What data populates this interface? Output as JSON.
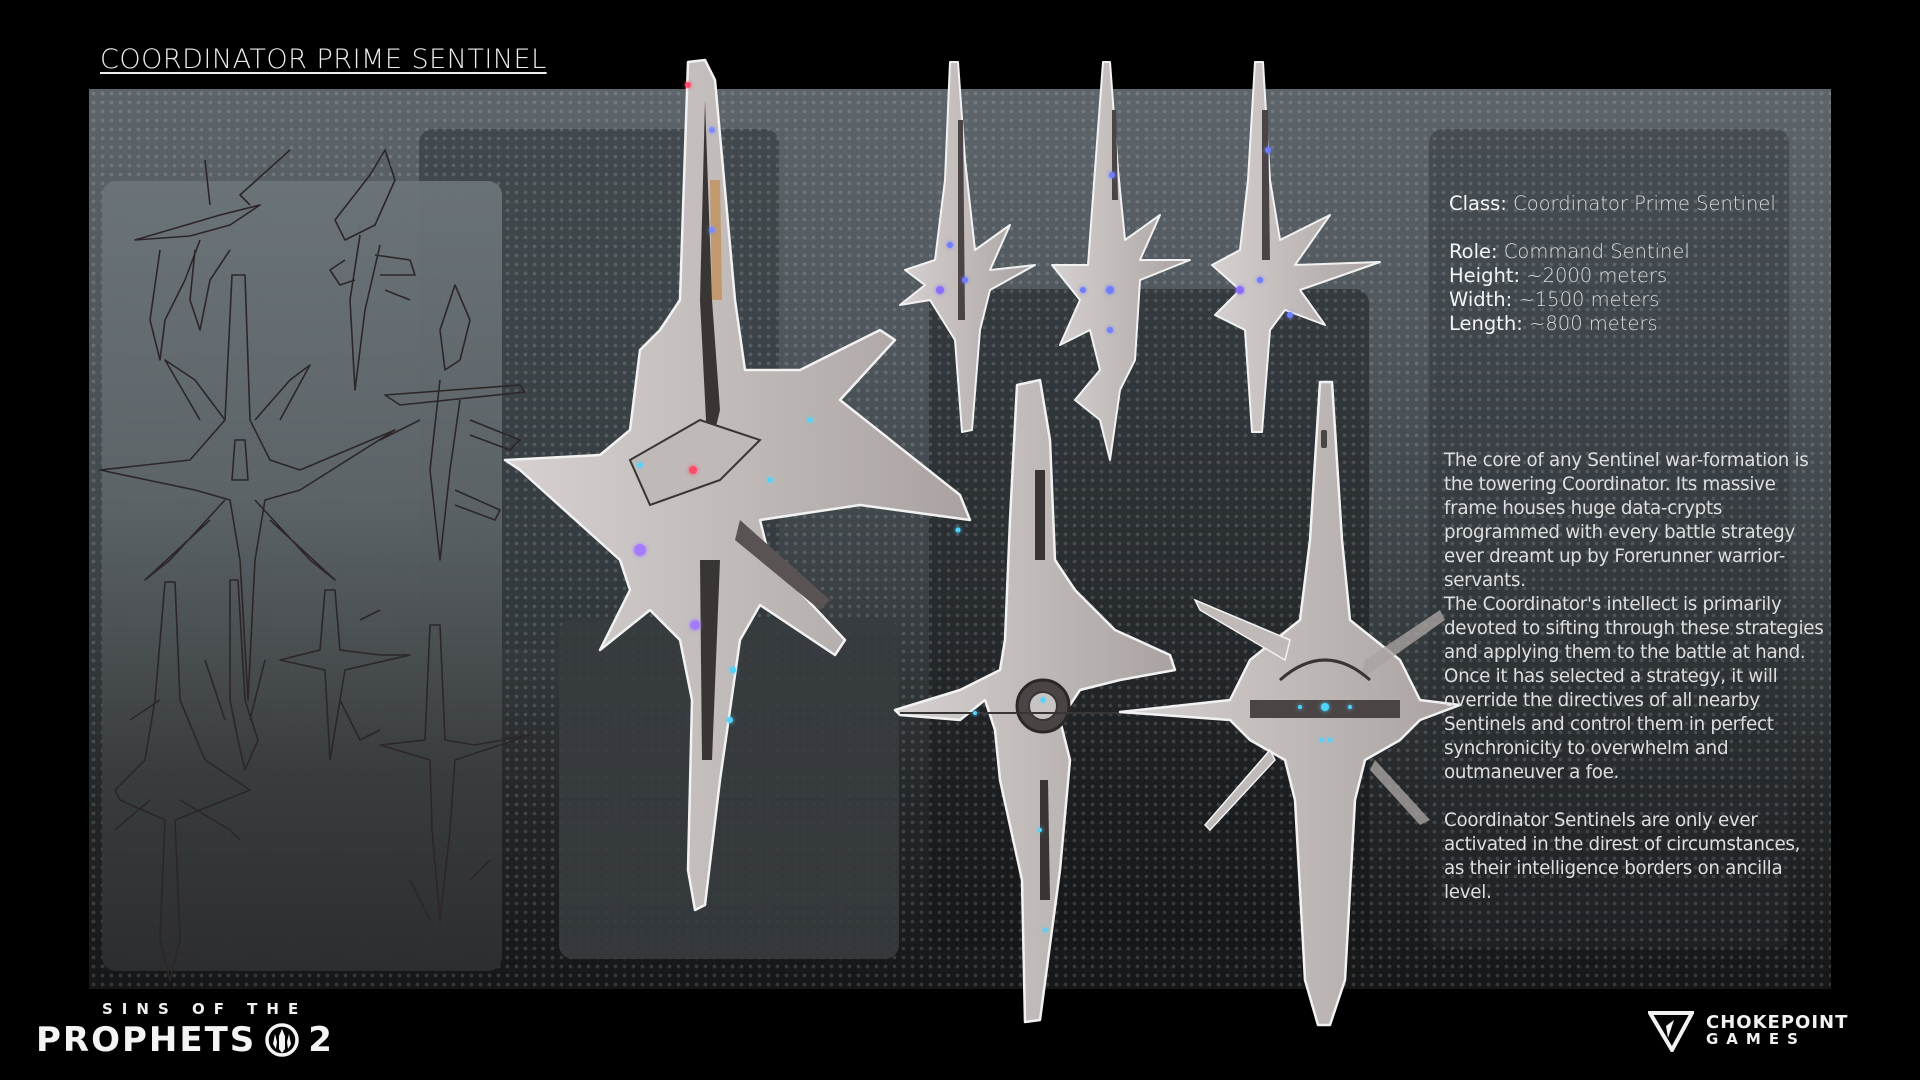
{
  "header": {
    "title": "COORDINATOR PRIME SENTINEL"
  },
  "specs": {
    "class_label": "Class:",
    "class_value": "Coordinator Prime Sentinel",
    "role_label": "Role:",
    "role_value": "Command Sentinel",
    "height_label": "Height:",
    "height_value": "~2000 meters",
    "width_label": "Width:",
    "width_value": "~1500 meters",
    "length_label": "Length:",
    "length_value": "~800 meters"
  },
  "description": {
    "para1": "The core of any Sentinel war-formation is the towering Coordinator. Its massive frame houses huge data-crypts programmed with every battle strategy ever dreamt up by Forerunner warrior-servants.",
    "para2": "The Coordinator's intellect is primarily devoted to sifting through these strategies and applying them to the battle at hand. Once it has selected a strategy, it will override the directives of all nearby Sentinels and control them in perfect synchronicity to overwhelm and outmaneuver a foe.",
    "para3": "Coordinator Sentinels are only ever activated in the direst of circumstances, as their intelligence borders on ancilla level."
  },
  "branding": {
    "game_small": "SINS OF THE",
    "game_big": "PROPHETS",
    "game_number": "2",
    "studio_line1": "CHOKEPOINT",
    "studio_line2": "GAMES"
  },
  "colors": {
    "hull": "#c9c4c3",
    "hull_shadow": "#8d8686",
    "outline": "#f2f2f2",
    "dark_trim": "#3a3535",
    "glow_blue": "#4fd4ff",
    "glow_purple": "#a47cff",
    "glow_red": "#ff4b6a",
    "sketch_line": "#2d2628"
  }
}
